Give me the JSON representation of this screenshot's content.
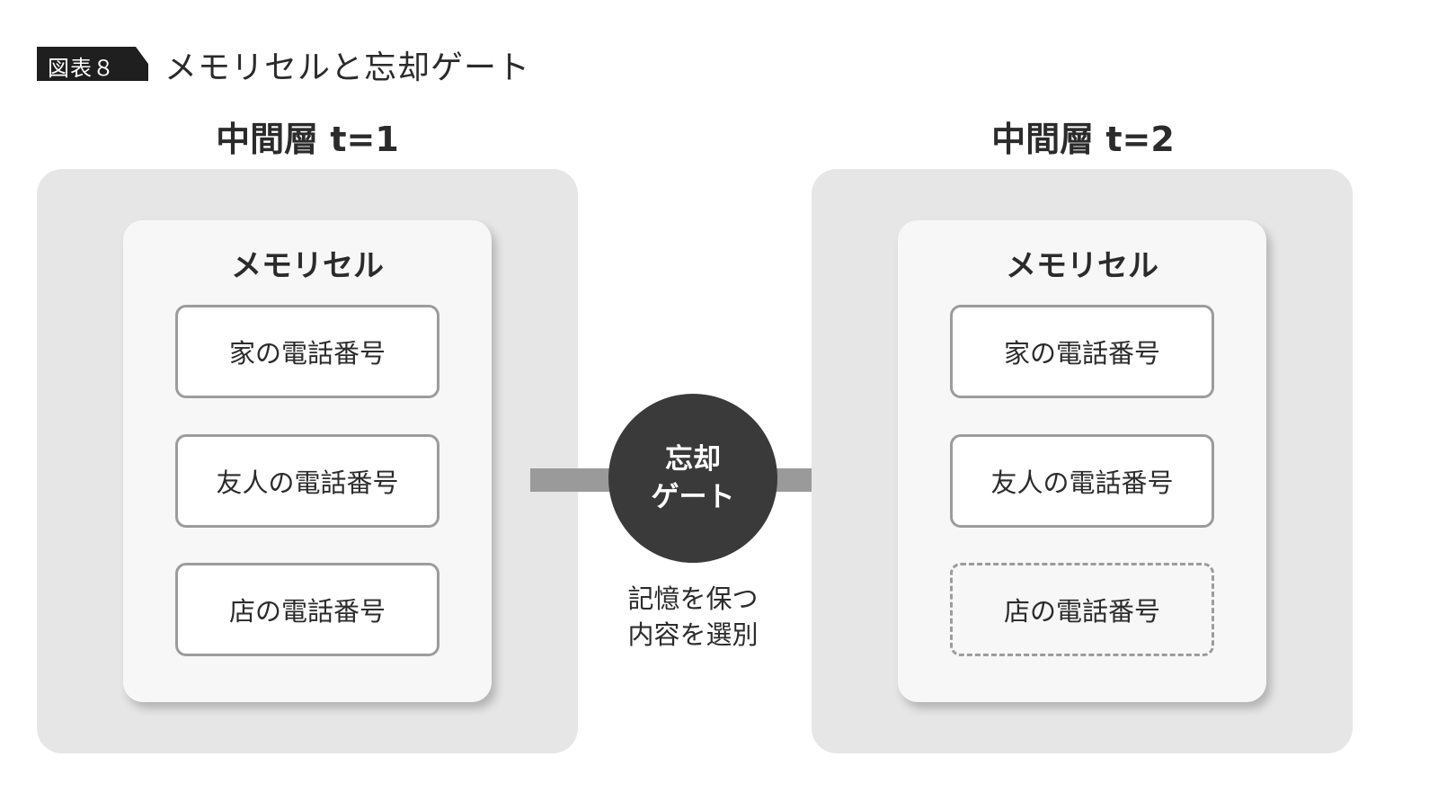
{
  "figure": {
    "badge": "図表８",
    "title": "メモリセルと忘却ゲート"
  },
  "layers": [
    {
      "title": "中間層 t=1",
      "cell_title": "メモリセル",
      "items": [
        {
          "label": "家の電話番号",
          "forgotten": false
        },
        {
          "label": "友人の電話番号",
          "forgotten": false
        },
        {
          "label": "店の電話番号",
          "forgotten": false
        }
      ]
    },
    {
      "title": "中間層 t=2",
      "cell_title": "メモリセル",
      "items": [
        {
          "label": "家の電話番号",
          "forgotten": false
        },
        {
          "label": "友人の電話番号",
          "forgotten": false
        },
        {
          "label": "店の電話番号",
          "forgotten": true
        }
      ]
    }
  ],
  "gate": {
    "line1": "忘却",
    "line2": "ゲート",
    "caption_line1": "記憶を保つ",
    "caption_line2": "内容を選別"
  },
  "colors": {
    "panel": "#e6e6e6",
    "cell": "#f7f7f7",
    "item_border": "#9c9c9c",
    "gate": "#3a3a3a",
    "arrow": "#9a9a9a",
    "badge": "#1f1f1f"
  }
}
